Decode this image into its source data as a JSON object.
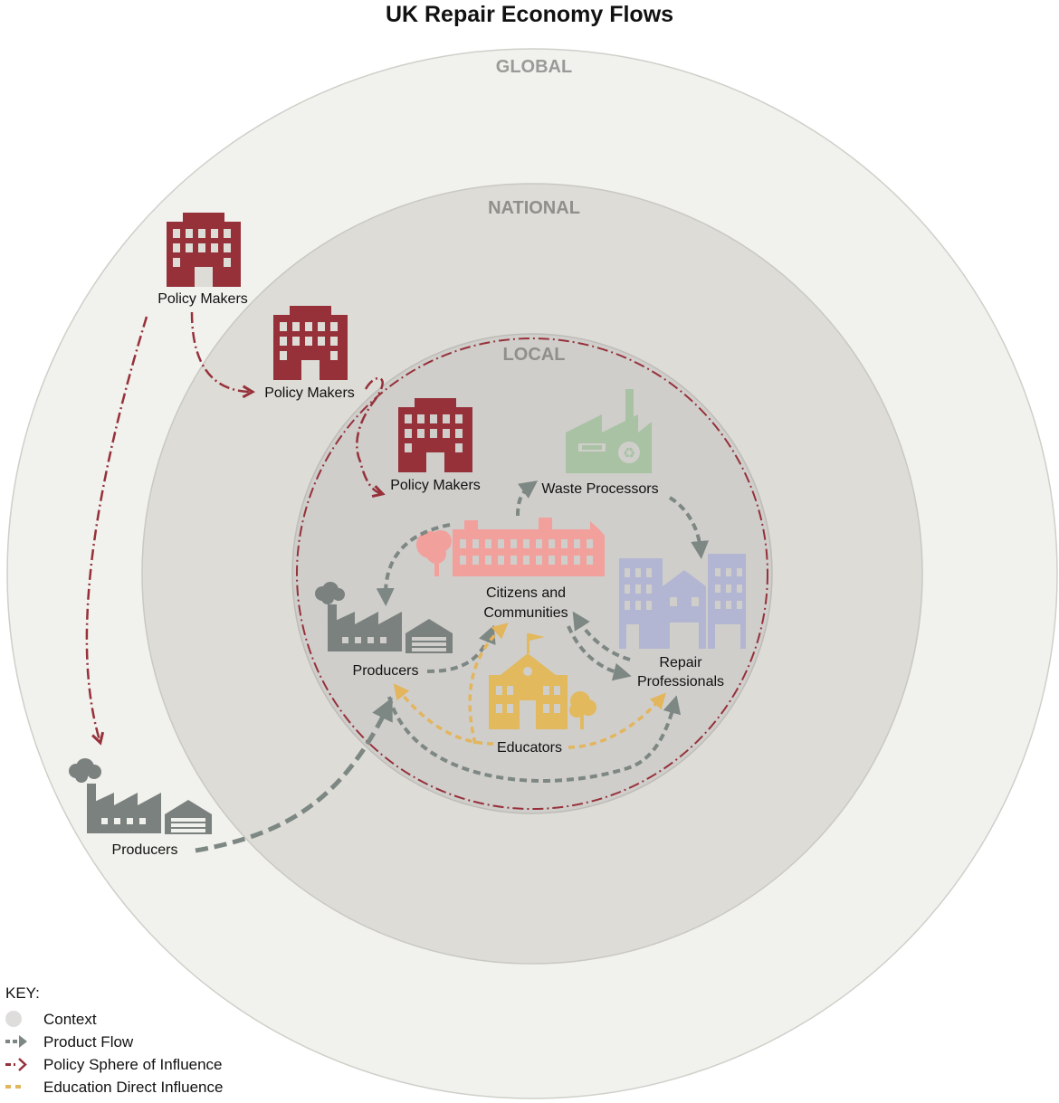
{
  "title": "UK Repair Economy Flows",
  "rings": {
    "global": "GLOBAL",
    "national": "NATIONAL",
    "local": "LOCAL"
  },
  "nodes": {
    "global_policy_makers": "Policy Makers",
    "national_policy_makers": "Policy Makers",
    "local_policy_makers": "Policy Makers",
    "waste_processors": "Waste Processors",
    "citizens_line1": "Citizens and",
    "citizens_line2": "Communities",
    "local_producers": "Producers",
    "repair_line1": "Repair",
    "repair_line2": "Professionals",
    "educators": "Educators",
    "global_producers": "Producers"
  },
  "key": {
    "title": "KEY:",
    "items": [
      {
        "label": "Context",
        "symbol": "context-swatch"
      },
      {
        "label": "Product Flow",
        "symbol": "product-flow-arrow"
      },
      {
        "label": "Policy Sphere of Influence",
        "symbol": "policy-arrow"
      },
      {
        "label": "Education Direct Influence",
        "symbol": "education-dash"
      }
    ]
  },
  "colors": {
    "global_ring": "#f1f1ed",
    "national_ring": "#dddcd6",
    "local_ring": "#cfcecb",
    "policy": "#96313a",
    "product_flow": "#7d8783",
    "education": "#e3b55d",
    "citizens": "#f2a09c",
    "waste": "#a9c2a4",
    "repair": "#b3b6d2",
    "producers": "#7a817e",
    "educators_icon": "#e2b95c"
  }
}
